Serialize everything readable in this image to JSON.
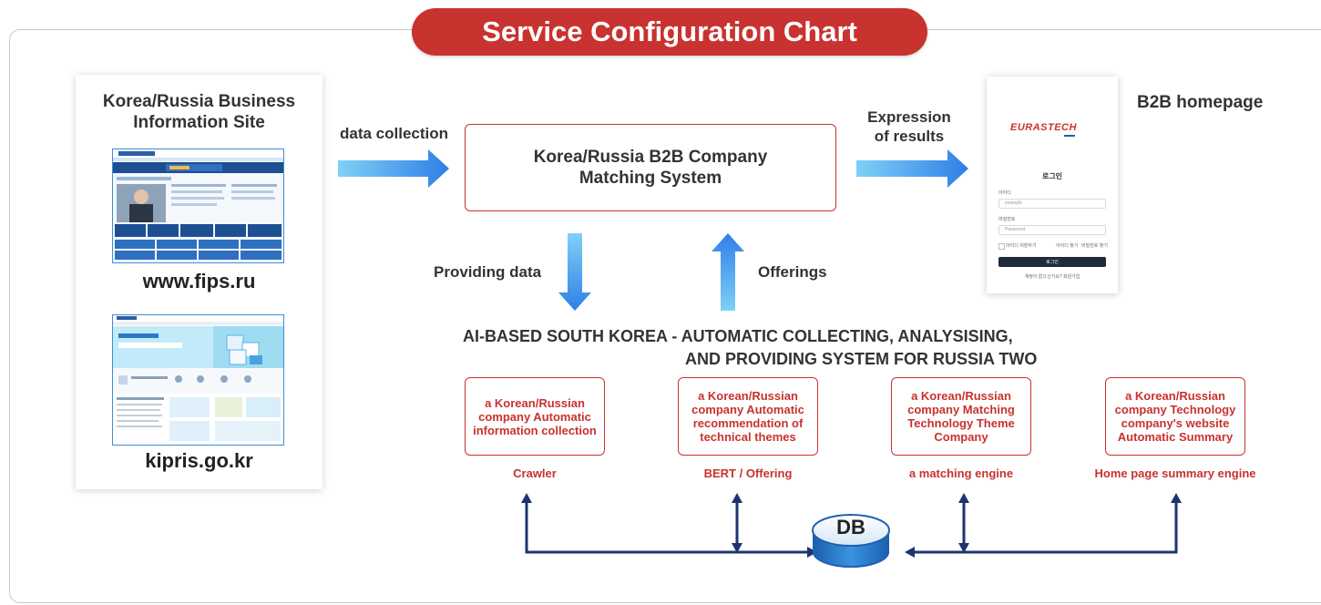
{
  "title": "Service Configuration Chart",
  "sources": {
    "heading": "Korea/Russia Business Information Site",
    "sites": [
      {
        "name": "www.fips.ru"
      },
      {
        "name": "kipris.go.kr"
      }
    ]
  },
  "flow": {
    "data_collection": "data collection",
    "main_system": "Korea/Russia B2B Company Matching System",
    "expression": "Expression of results",
    "b2b_label": "B2B homepage",
    "providing_data": "Providing data",
    "offerings": "Offerings"
  },
  "b2b_card": {
    "logo": "EURASTECH",
    "login_title": "로그인",
    "id_label": "아이디",
    "id_placeholder": "example",
    "pw_label": "비밀번호",
    "pw_placeholder": "Password",
    "remember": "아이디 저장하기",
    "find_id": "아이디 찾기",
    "find_pw": "비밀번호 찾기",
    "login_button": "로그인",
    "signup": "계정이 없으신가요? 회원가입"
  },
  "system_title": "AI-BASED SOUTH KOREA - AUTOMATIC COLLECTING, ANALYSISING, AND PROVIDING SYSTEM FOR RUSSIA TWO",
  "system_title_lines": [
    "AI-BASED SOUTH KOREA - AUTOMATIC COLLECTING, ANALYSISING,",
    "AND PROVIDING SYSTEM FOR RUSSIA TWO"
  ],
  "modules": [
    {
      "label": "a Korean/Russian company Automatic information collection",
      "engine": "Crawler"
    },
    {
      "label": "a Korean/Russian company Automatic recommendation of technical themes",
      "engine": "BERT / Offering"
    },
    {
      "label": "a Korean/Russian company Matching Technology Theme Company",
      "engine": "a matching engine"
    },
    {
      "label": "a Korean/Russian company Technology company's website Automatic Summary",
      "engine": "Home page summary engine"
    }
  ],
  "db_label": "DB",
  "colors": {
    "accent_red": "#c8322f",
    "flow_blue": "#2b8be6",
    "link_navy": "#1d3470",
    "db_blue": "#1f73c9"
  }
}
